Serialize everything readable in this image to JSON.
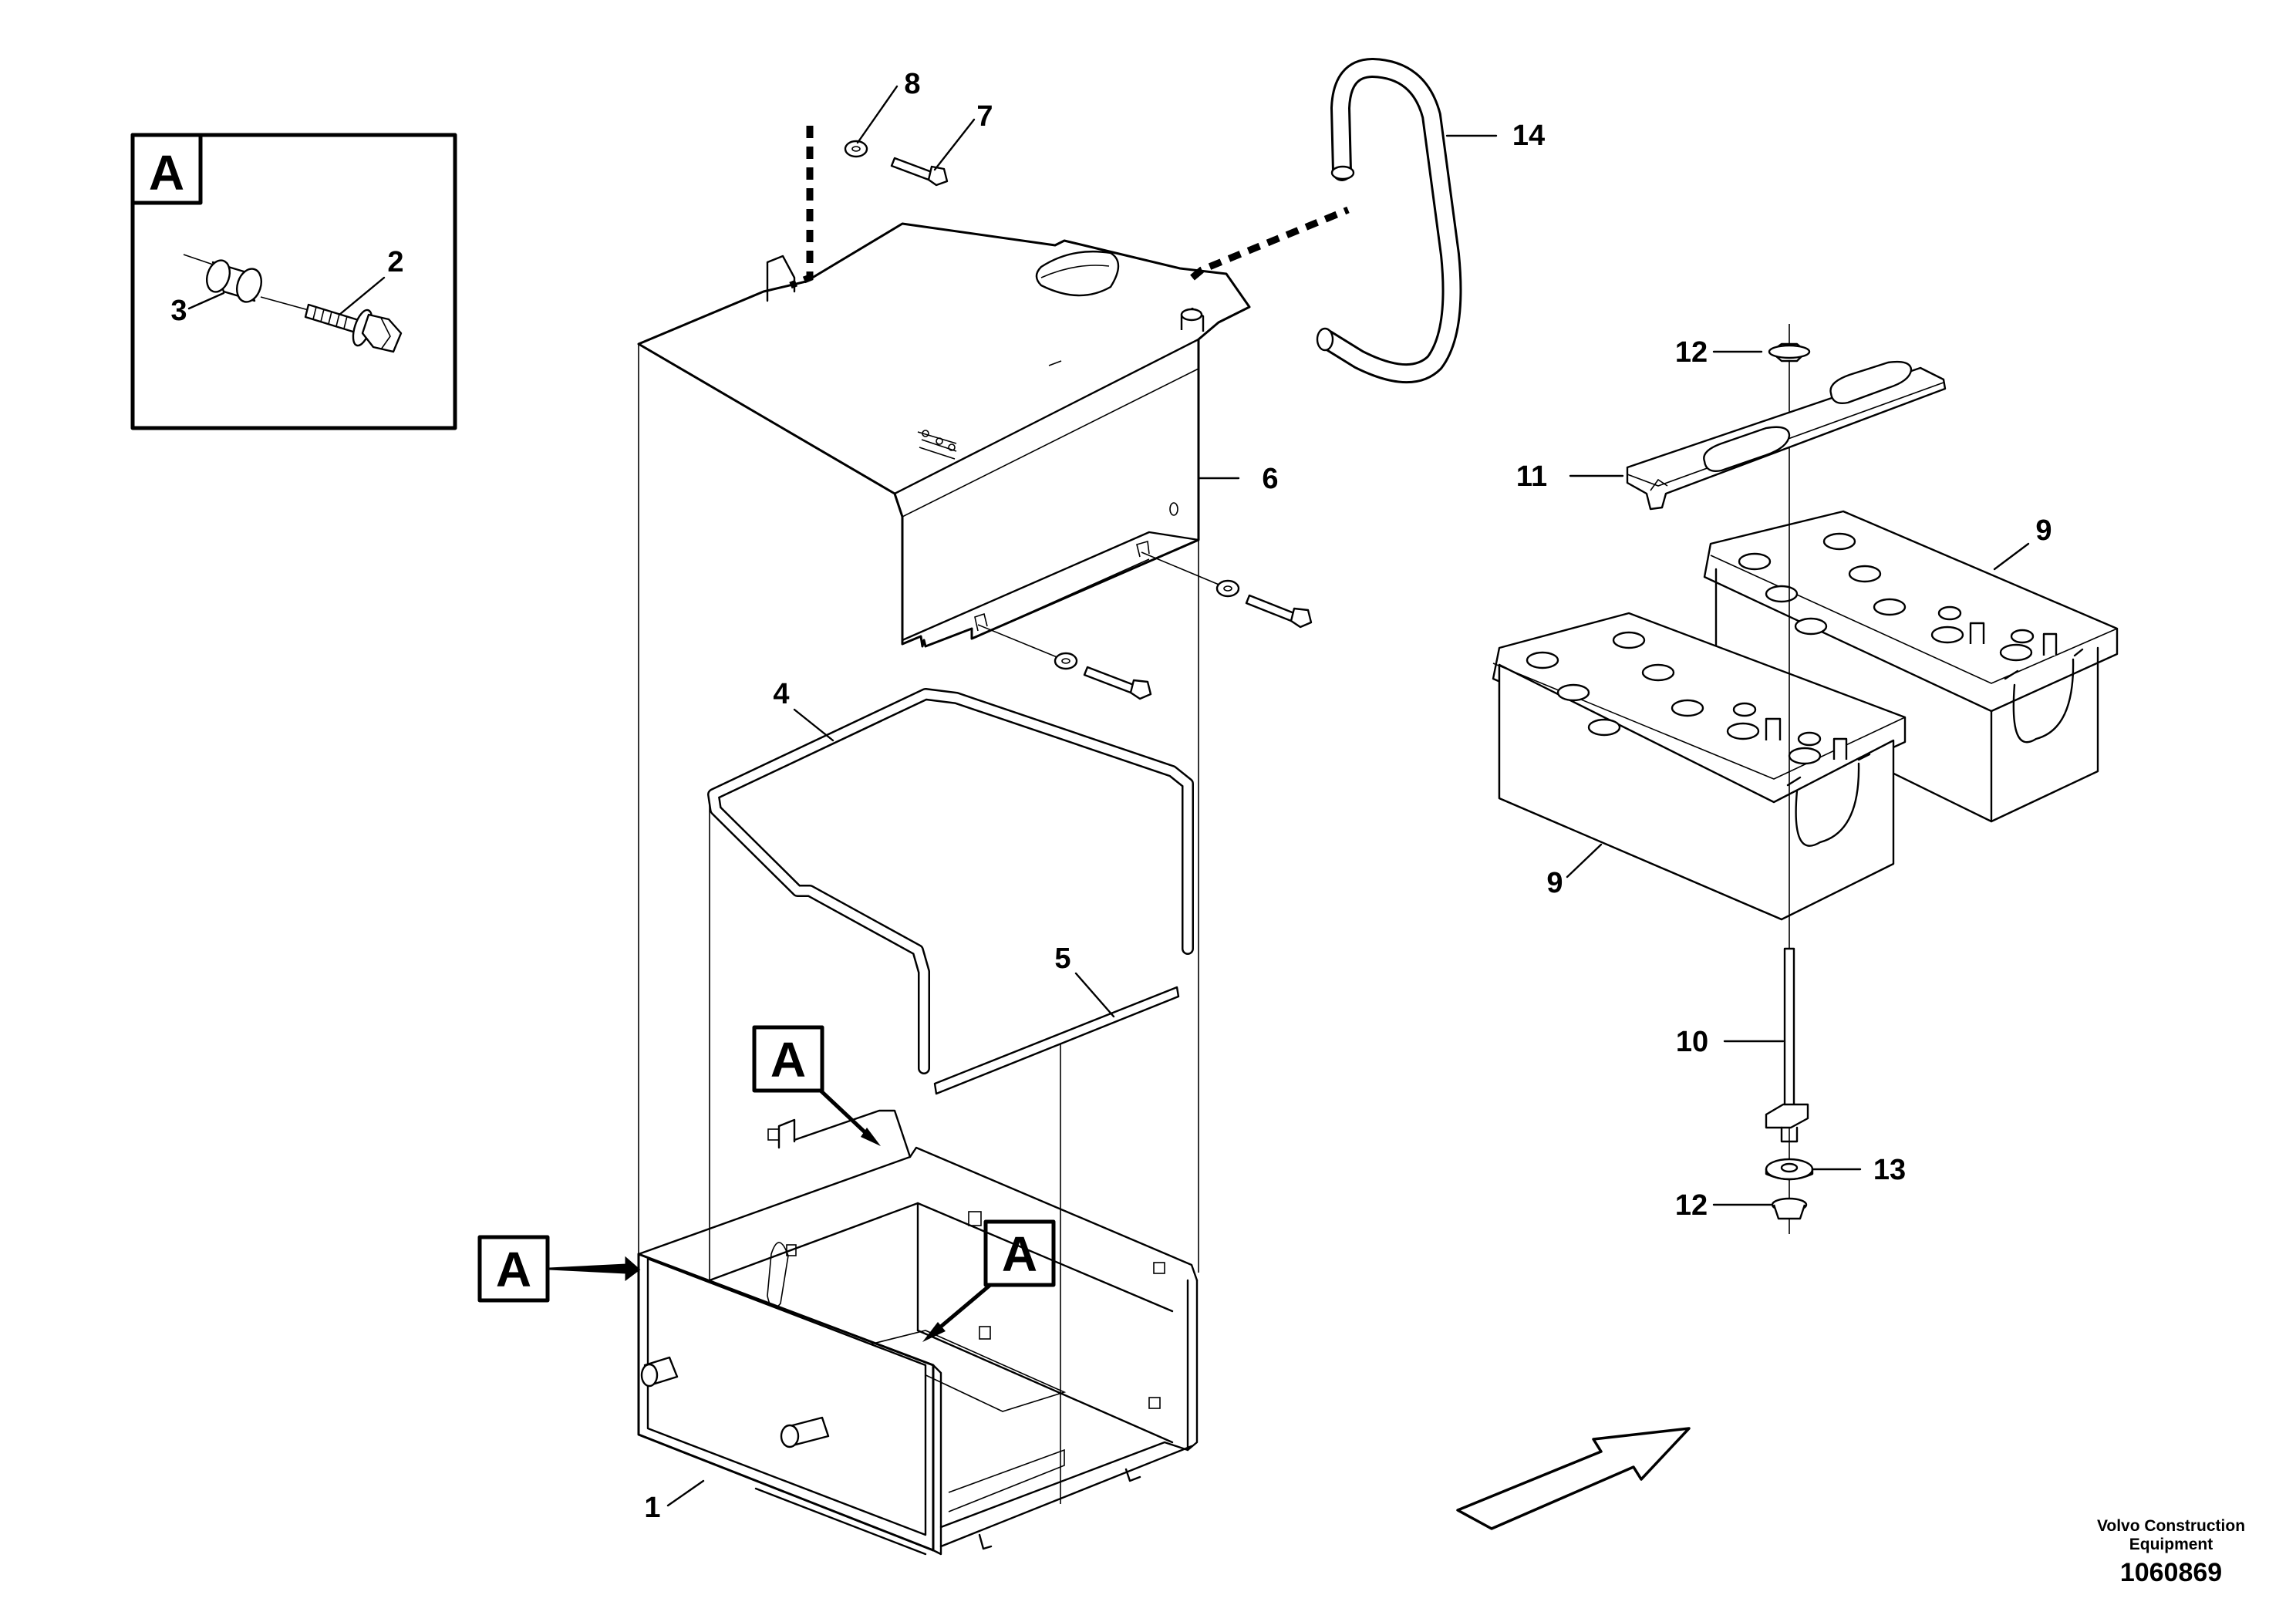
{
  "detail_label": "A",
  "callouts": {
    "c1": "1",
    "c2": "2",
    "c3": "3",
    "c4": "4",
    "c5": "5",
    "c6": "6",
    "c7": "7",
    "c8": "8",
    "c9a": "9",
    "c9b": "9",
    "c10": "10",
    "c11": "11",
    "c12a": "12",
    "c12b": "12",
    "c13": "13",
    "c14": "14"
  },
  "credit": {
    "line1": "Volvo Construction",
    "line2": "Equipment"
  },
  "doc_number": "1060869"
}
